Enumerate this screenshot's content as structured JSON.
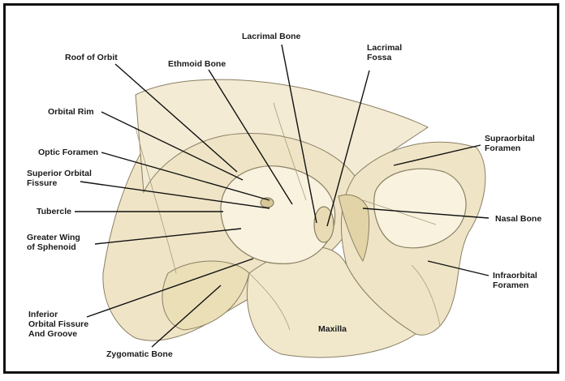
{
  "labels": {
    "roof_of_orbit": "Roof of Orbit",
    "ethmoid_bone": "Ethmoid Bone",
    "lacrimal_bone": "Lacrimal Bone",
    "lacrimal_fossa_1": "Lacrimal",
    "lacrimal_fossa_2": "Fossa",
    "orbital_rim": "Orbital Rim",
    "optic_foramen": "Optic Foramen",
    "superior_orbital_fissure_1": "Superior Orbital",
    "superior_orbital_fissure_2": "Fissure",
    "tubercle": "Tubercle",
    "greater_wing_1": "Greater Wing",
    "greater_wing_2": "of Sphenoid",
    "inferior_fissure_1": "Inferior",
    "inferior_fissure_2": "Orbital Fissure",
    "inferior_fissure_3": "And Groove",
    "zygomatic_bone": "Zygomatic Bone",
    "maxilla": "Maxilla",
    "supraorbital_foramen_1": "Supraorbital",
    "supraorbital_foramen_2": "Foramen",
    "nasal_bone": "Nasal Bone",
    "infraorbital_foramen_1": "Infraorbital",
    "infraorbital_foramen_2": "Foramen"
  },
  "colors": {
    "bone_fill": "#efe5c6",
    "bone_shade": "#e2d4a6",
    "outline": "#8a7f63",
    "leader": "#111111",
    "label_text": "#1a1a1a"
  }
}
